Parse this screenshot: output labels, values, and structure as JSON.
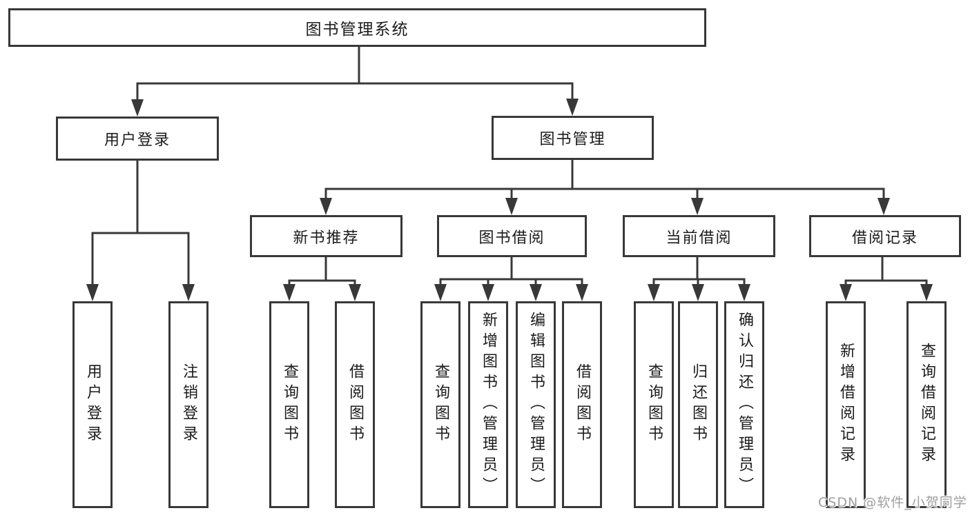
{
  "nodes": {
    "root": "图书管理系统",
    "user_login": "用户登录",
    "book_mgmt": "图书管理",
    "l3": [
      "新书推荐",
      "图书借阅",
      "当前借阅",
      "借阅记录"
    ],
    "leaves_user": [
      "用户登录",
      "注销登录"
    ],
    "leaves_newbook": [
      "查询图书",
      "借阅图书"
    ],
    "leaves_borrow": [
      "查询图书",
      "新增图书（管理员）",
      "编辑图书（管理员）",
      "借阅图书"
    ],
    "leaves_current": [
      "查询图书",
      "归还图书",
      "确认归还（管理员）"
    ],
    "leaves_record": [
      "新增借阅记录",
      "查询借阅记录"
    ]
  },
  "watermark": "CSDN @软件_小贺同学",
  "colors": {
    "line": "#383838",
    "text": "#1b1b1b",
    "background": "#ffffff",
    "watermark": "#9e9e9e"
  }
}
